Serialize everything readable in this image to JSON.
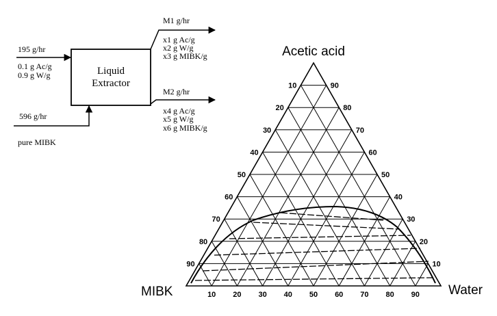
{
  "flow_diagram": {
    "unit_label": "Liquid Extractor",
    "unit_label_lines": [
      "Liquid",
      "Extractor"
    ],
    "feed": {
      "flow": "195 g/hr",
      "composition": [
        "0.1 g Ac/g",
        "0.9 g W/g"
      ]
    },
    "solvent": {
      "flow": "596 g/hr",
      "composition": "pure MIBK"
    },
    "outlet_top": {
      "flow": "M1 g/hr",
      "composition": [
        "x1 g Ac/g",
        "x2 g W/g",
        "x3 g MIBK/g"
      ]
    },
    "outlet_bottom": {
      "flow": "M2 g/hr",
      "composition": [
        "x4 g Ac/g",
        "x5 g W/g",
        "x6 g MIBK/g"
      ]
    }
  },
  "ternary_diagram": {
    "vertices": {
      "top": "Acetic acid",
      "left": "MIBK",
      "right": "Water"
    },
    "tick_values": [
      "10",
      "20",
      "30",
      "40",
      "50",
      "60",
      "70",
      "80",
      "90"
    ]
  }
}
